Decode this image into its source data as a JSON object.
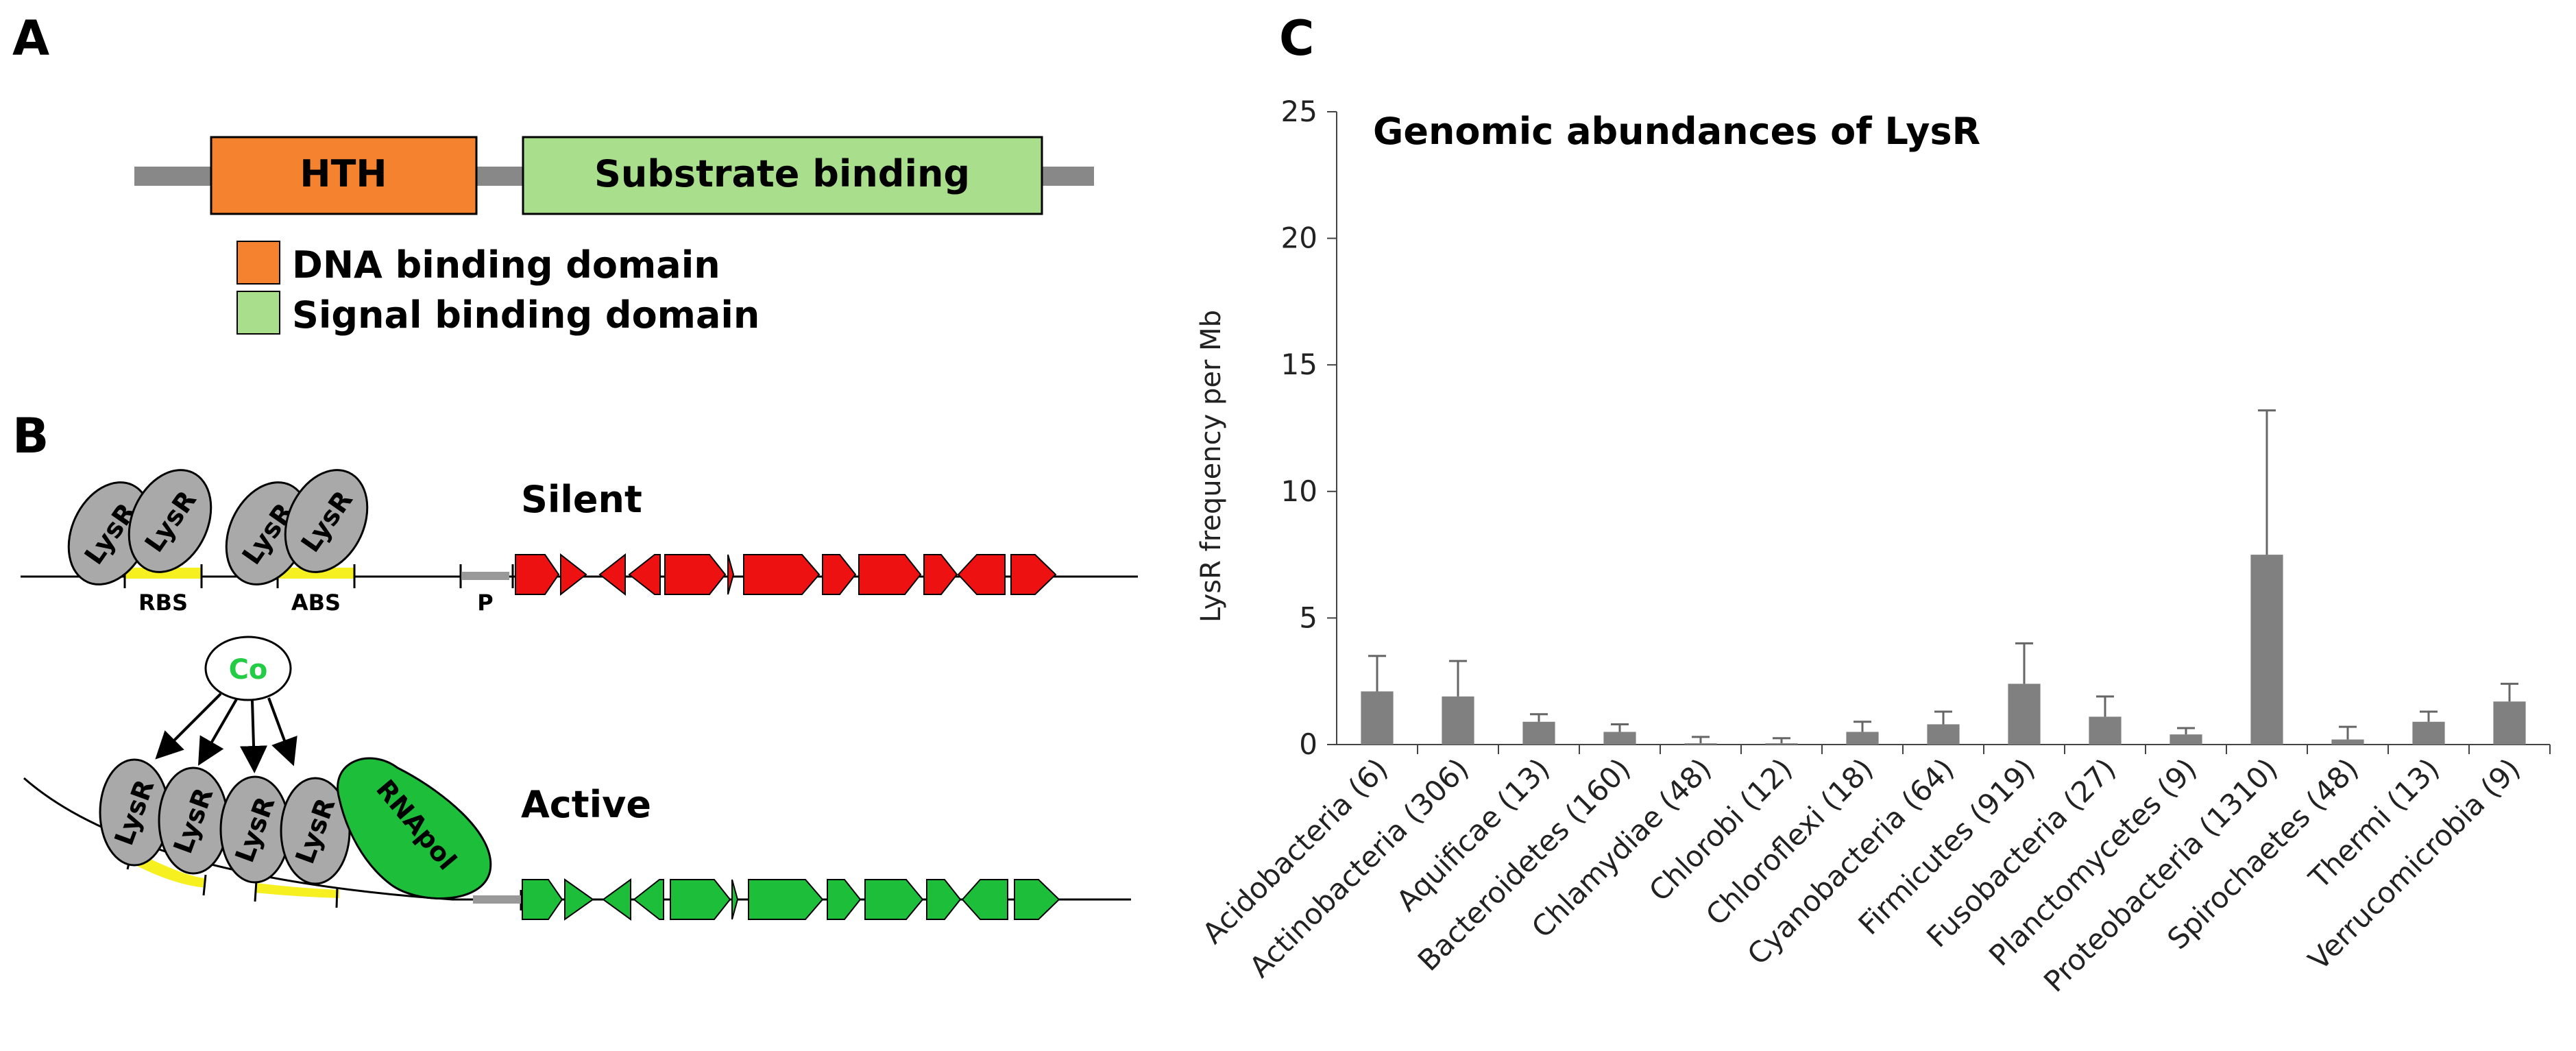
{
  "panels": {
    "a": {
      "letter": "A",
      "domain_hth": "HTH",
      "domain_substrate": "Substrate binding",
      "legend": [
        {
          "label": "DNA binding domain",
          "color": "#f5822f"
        },
        {
          "label": "Signal binding domain",
          "color": "#a9de8c"
        }
      ]
    },
    "b": {
      "letter": "B",
      "protein_label": "LysR",
      "silent_label": "Silent",
      "active_label": "Active",
      "rbs_label": "RBS",
      "abs_label": "ABS",
      "promoter_label": "P",
      "cobalt_label": "Co",
      "rnapol_label": "RNApol",
      "colors": {
        "silent_genes": "#ee1111",
        "active_genes": "#1dbf3a",
        "protein": "#a9a9a9",
        "binding_site": "#f7f020",
        "cobalt_text": "#22cc44"
      }
    },
    "c": {
      "letter": "C"
    }
  },
  "chart_data": {
    "type": "bar",
    "title": "Genomic abundances of LysR",
    "ylabel": "LysR frequency per Mb",
    "xlabel": "",
    "ylim": [
      0,
      25
    ],
    "yticks": [
      0,
      5,
      10,
      15,
      20,
      25
    ],
    "grid": false,
    "bar_color": "#808080",
    "categories": [
      "Acidobacteria (6)",
      "Actinobacteria (306)",
      "Aquificae (13)",
      "Bacteroidetes (160)",
      "Chlamydiae (48)",
      "Chlorobi (12)",
      "Chloroflexi (18)",
      "Cyanobacteria (64)",
      "Firmicutes (919)",
      "Fusobacteria (27)",
      "Planctomycetes (9)",
      "Proteobacteria (1310)",
      "Spirochaetes (48)",
      "Thermi (13)",
      "Verrucomicrobia (9)"
    ],
    "values": [
      2.1,
      1.9,
      0.9,
      0.5,
      0.05,
      0.05,
      0.5,
      0.8,
      2.4,
      1.1,
      0.4,
      7.5,
      0.2,
      0.9,
      1.7
    ],
    "error_upper": [
      3.5,
      3.3,
      1.2,
      0.8,
      0.3,
      0.25,
      0.9,
      1.3,
      4.0,
      1.9,
      0.65,
      13.2,
      0.7,
      1.3,
      2.4
    ]
  }
}
